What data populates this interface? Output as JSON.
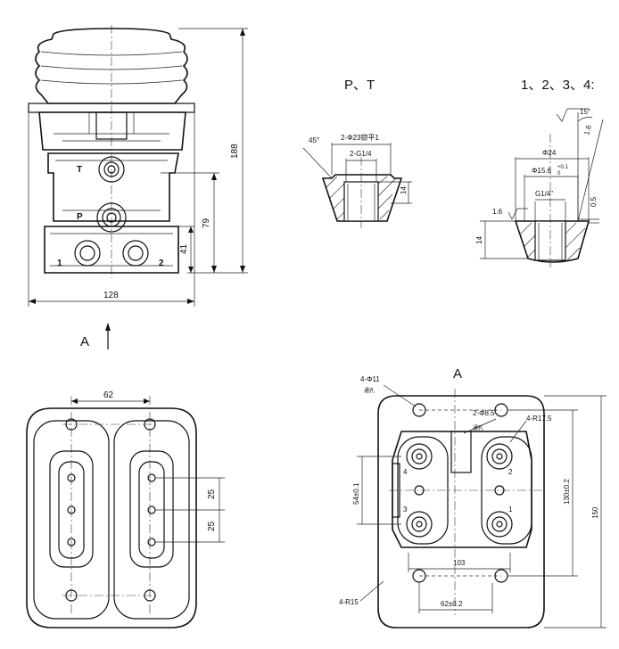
{
  "front_view": {
    "port_T": "T",
    "port_P": "P",
    "port_1": "1",
    "port_2": "2",
    "dim_height_total": "188",
    "dim_height_79": "79",
    "dim_height_41": "41",
    "dim_width": "128"
  },
  "view_arrow": {
    "label": "A"
  },
  "section_PT": {
    "title": "P、T",
    "angle": "45°",
    "counterbore": "2-Φ23锪平1",
    "thread": "2-G1/4",
    "depth": "14"
  },
  "section_1234": {
    "title": "1、2、3、4:",
    "angle_top": "15°",
    "roughness_top": "1.6",
    "dia_24": "Φ24",
    "dia_15": "Φ15.6",
    "tol_15": "+0.1",
    "tol_15b": "0",
    "thread": "G1/4\"",
    "dim_05": "0.5",
    "roughness_left": "1.6",
    "depth": "14"
  },
  "bottom_view": {
    "dim_62": "62",
    "dim_25a": "25",
    "dim_25b": "25"
  },
  "view_A": {
    "title": "A",
    "holes_4": "4-Φ11",
    "holes_note": "通孔",
    "pin_holes": "2-Φ8.5",
    "pin_note": "通孔",
    "radius_175": "4-R17.5",
    "radius_15": "4-R15",
    "dim_54": "54±0.1",
    "dim_130": "130±0.2",
    "dim_150": "150",
    "dim_103": "103",
    "dim_62": "62±0.2",
    "port_1": "1",
    "port_2": "2",
    "port_3": "3",
    "port_4": "4"
  }
}
